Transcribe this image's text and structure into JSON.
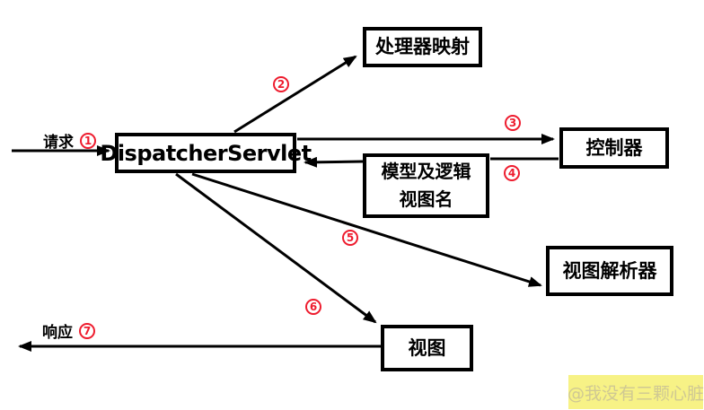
{
  "nodes": {
    "dispatcher": {
      "label": "DispatcherServlet"
    },
    "handler_mapping": {
      "label": "处理器映射"
    },
    "controller": {
      "label": "控制器"
    },
    "model_view": {
      "line1": "模型及逻辑",
      "line2": "视图名"
    },
    "view_resolver": {
      "label": "视图解析器"
    },
    "view": {
      "label": "视图"
    }
  },
  "edges": {
    "request": {
      "text": "请求",
      "step": "1"
    },
    "to_handler_mapping": {
      "step": "2"
    },
    "to_controller": {
      "step": "3"
    },
    "return_model_view": {
      "step": "4"
    },
    "to_view_resolver": {
      "step": "5"
    },
    "to_view": {
      "step": "6"
    },
    "response": {
      "text": "响应",
      "step": "7"
    }
  },
  "watermark": {
    "text": "@我没有三颗心脏",
    "background": "#f7f286",
    "text_color": "#cfc893"
  },
  "colors": {
    "background": "#ffffff",
    "line": "#000000",
    "box_border": "#000000",
    "box_text": "#000000",
    "step_accent": "#ee1c2e"
  }
}
